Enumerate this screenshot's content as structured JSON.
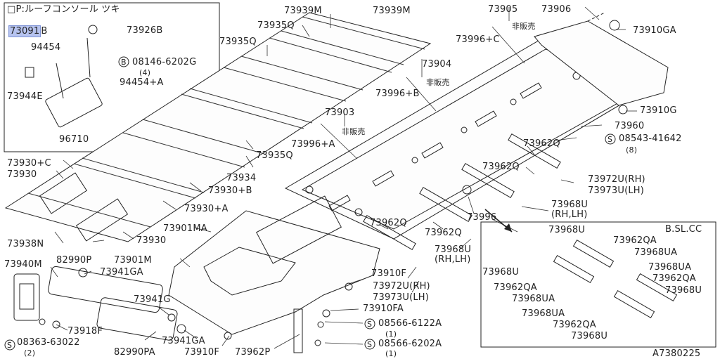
{
  "diagram_code": "A7380225",
  "inset_left": {
    "header": "□P:ルーフコンソール ツキ",
    "labels": {
      "p73091": "73091",
      "p73091_suffix": "B",
      "p73926B": "73926B",
      "p94454": "94454",
      "bolt": "08146-6202G",
      "bolt_qty": "(4)",
      "p73944E": "73944E",
      "p94454A": "94454+A",
      "p96710": "96710"
    }
  },
  "inset_right": {
    "header": "B.SL.CC",
    "labels": {
      "a": "73968U",
      "b": "73962QA",
      "c": "73968UA",
      "d": "73968U",
      "e": "73968UA",
      "f": "73962QA",
      "g": "73962QA",
      "h": "73968U",
      "i": "73968UA",
      "j": "73968UA",
      "k": "73962QA",
      "l": "73968U"
    }
  },
  "main": {
    "labels": {
      "p73939M_1": "73939M",
      "p73939M_2": "73939M",
      "p73935Q_1": "73935Q",
      "p73935Q_2": "73935Q",
      "p73935Q_3": "73935Q",
      "p73930C": "73930+C",
      "p73930": "73930",
      "p73934": "73934",
      "p73930B": "73930+B",
      "p73930A": "73930+A",
      "p73938N": "73938N",
      "p73930b": "73930",
      "p73905": "73905",
      "p73906": "73906",
      "p73910GA": "73910GA",
      "hihan1": "非販売",
      "p73996C": "73996+C",
      "p73904": "73904",
      "hihan2": "非販売",
      "p73996B": "73996+B",
      "p73910G": "73910G",
      "p73903": "73903",
      "hihan3": "非販売",
      "p73996A": "73996+A",
      "p73960": "73960",
      "screw1": "08543-41642",
      "screw1_qty": "(8)",
      "p73962Q_1": "73962Q",
      "p73962Q_2": "73962Q",
      "p73972U": "73972U(RH)",
      "p73973U": "73973U(LH)",
      "p73968U_1": "73968U",
      "p73968U_1b": "(RH,LH)",
      "p73996": "73996",
      "p73962Q_3": "73962Q",
      "p73962Q_4": "73962Q",
      "p73968U_2": "73968U",
      "p73968U_2b": "(RH,LH)",
      "p73901MA": "73901MA",
      "p73901M": "73901M",
      "p73940M": "73940M",
      "p82990P": "82990P",
      "p73941GA_1": "73941GA",
      "p73941G": "73941G",
      "p73941GA_2": "73941GA",
      "p73918F": "73918F",
      "screw2": "08363-63022",
      "screw2_qty": "(2)",
      "p82990PA": "82990PA",
      "p73910F_1": "73910F",
      "p73910F_2": "73910F",
      "p73962P": "73962P",
      "p73972U_2": "73972U(RH)",
      "p73973U_2": "73973U(LH)",
      "p73910FA": "73910FA",
      "screw3": "08566-6122A",
      "screw3_qty": "(1)",
      "screw4": "08566-6202A",
      "screw4_qty": "(1)"
    }
  }
}
